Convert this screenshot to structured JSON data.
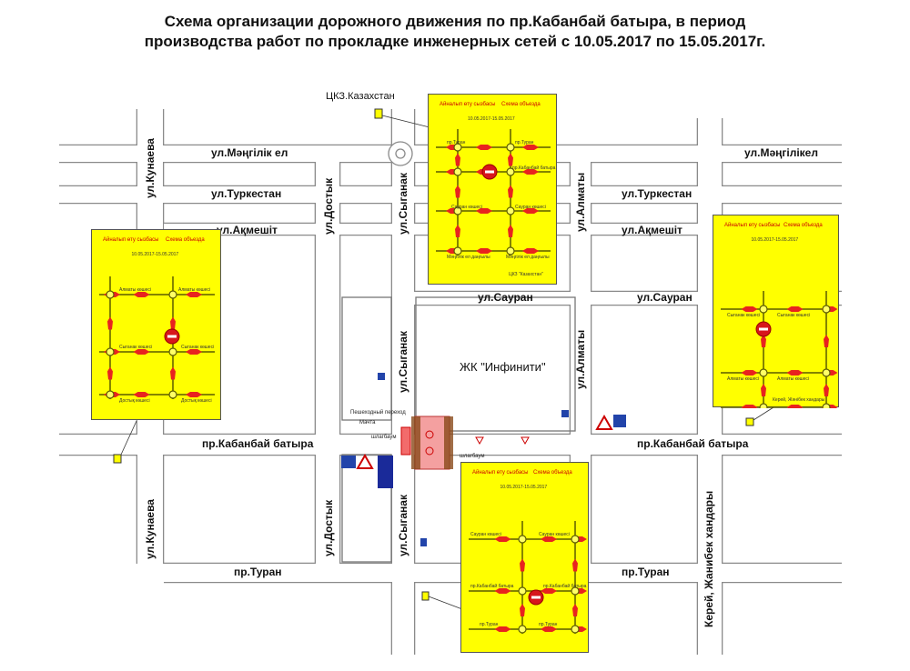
{
  "title": {
    "line1": "Схема организации дорожного движения по пр.Кабанбай батыра, в период",
    "line2": "производства работ по прокладке инженерных сетей с 10.05.2017 по 15.05.2017г."
  },
  "streets": {
    "mangilik_left": "ул.Мәңгілік ел",
    "mangilik_right": "ул.Мәңгілікел",
    "turkestan_left": "ул.Туркестан",
    "turkestan_right": "ул.Туркестан",
    "akmeshit_left": "ул.Ақмешіт",
    "akmeshit_right": "ул.Ақмешіт",
    "sauran_mid": "ул.Сауран",
    "sauran_right": "ул.Сауран",
    "kabanbay_left": "пр.Кабанбай батыра",
    "kabanbay_right": "пр.Кабанбай батыра",
    "turan_left": "пр.Туран",
    "turan_right": "пр.Туран",
    "kunaeva_top": "ул.Кунаева",
    "kunaeva_bottom": "ул.Кунаева",
    "dostyk_top": "ул.Достык",
    "dostyk_bottom": "ул.Достык",
    "syganak_top": "ул.Сыганак",
    "syganak_mid": "ул.Сыганак",
    "syganak_bottom": "ул.Сыганак",
    "almaty_top": "ул.Алматы",
    "almaty_mid": "ул.Алматы",
    "kerey": "Керей, Жанибек хандары"
  },
  "landmarks": {
    "ckz": "ЦКЗ.Казахстан",
    "infinity": "ЖК \"Инфинити\"",
    "crosswalk": "Пешеходный переход",
    "mast": "Мачта",
    "barrier1": "шлагбаум",
    "barrier2": "шлагбаум"
  },
  "detour_boxes": [
    {
      "title_kz": "Айналып өту сызбасы",
      "title_ru": "Схема объезда",
      "dates": "10.05.2017-15.05.2017",
      "labels": [
        "пр.Туран",
        "пр.Туран",
        "пр.Кабанбай батыра",
        "Сауран көшесі",
        "Сауран көшесі",
        "Мәңгілік ел даңғылы",
        "Мәңгілік ел даңғылы",
        "ЦКЗ \"Казахстан\""
      ]
    },
    {
      "title_kz": "Айналып өту сызбасы",
      "title_ru": "Схема объезда",
      "dates": "10.05.2017-15.05.2017",
      "labels": [
        "Алматы көшесі",
        "Алматы көшесі",
        "Сыганак көшесі",
        "Сыганак көшесі",
        "Достық көшесі",
        "Достық көшесі"
      ]
    },
    {
      "title_kz": "Айналып өту сызбасы",
      "title_ru": "Схема объезда",
      "dates": "10.05.2017-15.05.2017",
      "labels": [
        "Сыганак көшесі",
        "Сыганак көшесі",
        "Алматы көшесі",
        "Алматы көшесі",
        "Керей, Жәнібек хандары"
      ]
    },
    {
      "title_kz": "Айналып өту сызбасы",
      "title_ru": "Схема объезда",
      "dates": "10.05.2017-15.05.2017",
      "labels": [
        "Сауран көшесі",
        "Сауран көшесі",
        "пр.Кабанбай батыра",
        "пр.Кабанбай батыра",
        "пр.Туран",
        "пр.Туран"
      ]
    }
  ],
  "colors": {
    "box": "#ffff00",
    "arrow": "#e8231f",
    "road": "#888888",
    "grid": "#6b6b00",
    "work": "#f26b6b"
  }
}
